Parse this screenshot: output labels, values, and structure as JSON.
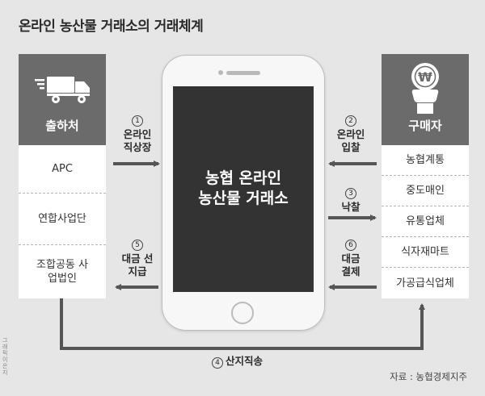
{
  "title": "온라인 농산물 거래소의 거래체계",
  "credit": "그래픽 이은지",
  "source": "자료 : 농협경제지주",
  "left_column": {
    "header": "출하처",
    "items": [
      "APC",
      "연합사업단",
      "조합공동 사업법인"
    ]
  },
  "right_column": {
    "header": "구매자",
    "items": [
      "농협계통",
      "중도매인",
      "유통업체",
      "식자재마트",
      "가공급식업체"
    ]
  },
  "phone": {
    "screen_text": "농협 온라인 농산물 거래소"
  },
  "steps": [
    {
      "num": "1",
      "label": "온라인 직상장"
    },
    {
      "num": "2",
      "label": "온라인 입찰"
    },
    {
      "num": "3",
      "label": "낙찰"
    },
    {
      "num": "5",
      "label": "대금 선지급"
    },
    {
      "num": "6",
      "label": "대금 결제"
    },
    {
      "num": "4",
      "label": "산지직송"
    }
  ],
  "icons": [
    "truck-icon",
    "won-hand-icon"
  ],
  "colors": {
    "background": "#e6e6e6",
    "header": "#6b6b6b",
    "screen": "#333333",
    "arrow": "#555555"
  }
}
